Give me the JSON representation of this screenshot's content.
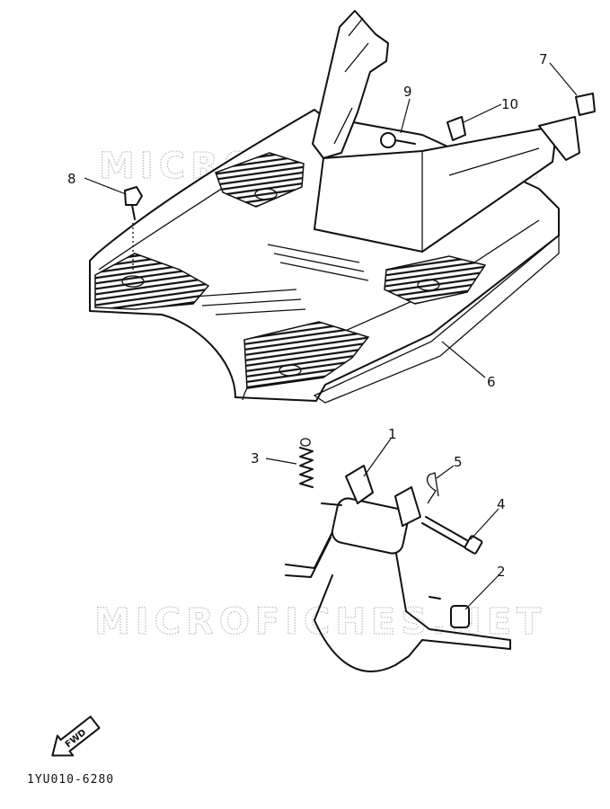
{
  "watermark": "MICROFICHES.NET",
  "callouts": [
    {
      "id": "part-1",
      "label": "1"
    },
    {
      "id": "part-2",
      "label": "2"
    },
    {
      "id": "part-3",
      "label": "3"
    },
    {
      "id": "part-4",
      "label": "4"
    },
    {
      "id": "part-5",
      "label": "5"
    },
    {
      "id": "part-6",
      "label": "6"
    },
    {
      "id": "part-7",
      "label": "7"
    },
    {
      "id": "part-8",
      "label": "8"
    },
    {
      "id": "part-9",
      "label": "9"
    },
    {
      "id": "part-10",
      "label": "10"
    }
  ],
  "direction_arrow": {
    "label": "FWD"
  },
  "diagram_code": "1YU010-6280"
}
